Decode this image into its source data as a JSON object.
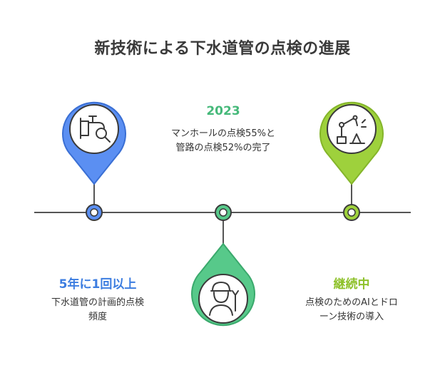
{
  "title": "新技術による下水道管の点検の進展",
  "colors": {
    "blue": "#5b8ff2",
    "green": "#57c98a",
    "lime": "#9ed13c",
    "line": "#555555"
  },
  "milestones": [
    {
      "heading": "5年に1回以上",
      "desc_lines": [
        "下水道管の計画的点検",
        "頻度"
      ],
      "icon": "pipe-magnifier-icon",
      "color": "#3c7de0"
    },
    {
      "heading": "2023",
      "desc_lines": [
        "マンホールの点検55%と",
        "管路の点検52%の完了"
      ],
      "icon": "worker-with-helmet-icon",
      "color": "#46b97a"
    },
    {
      "heading": "継続中",
      "desc_lines": [
        "点検のためのAIとドロ",
        "ーン技術の導入"
      ],
      "icon": "robot-arm-icon",
      "color": "#8ec12a"
    }
  ]
}
